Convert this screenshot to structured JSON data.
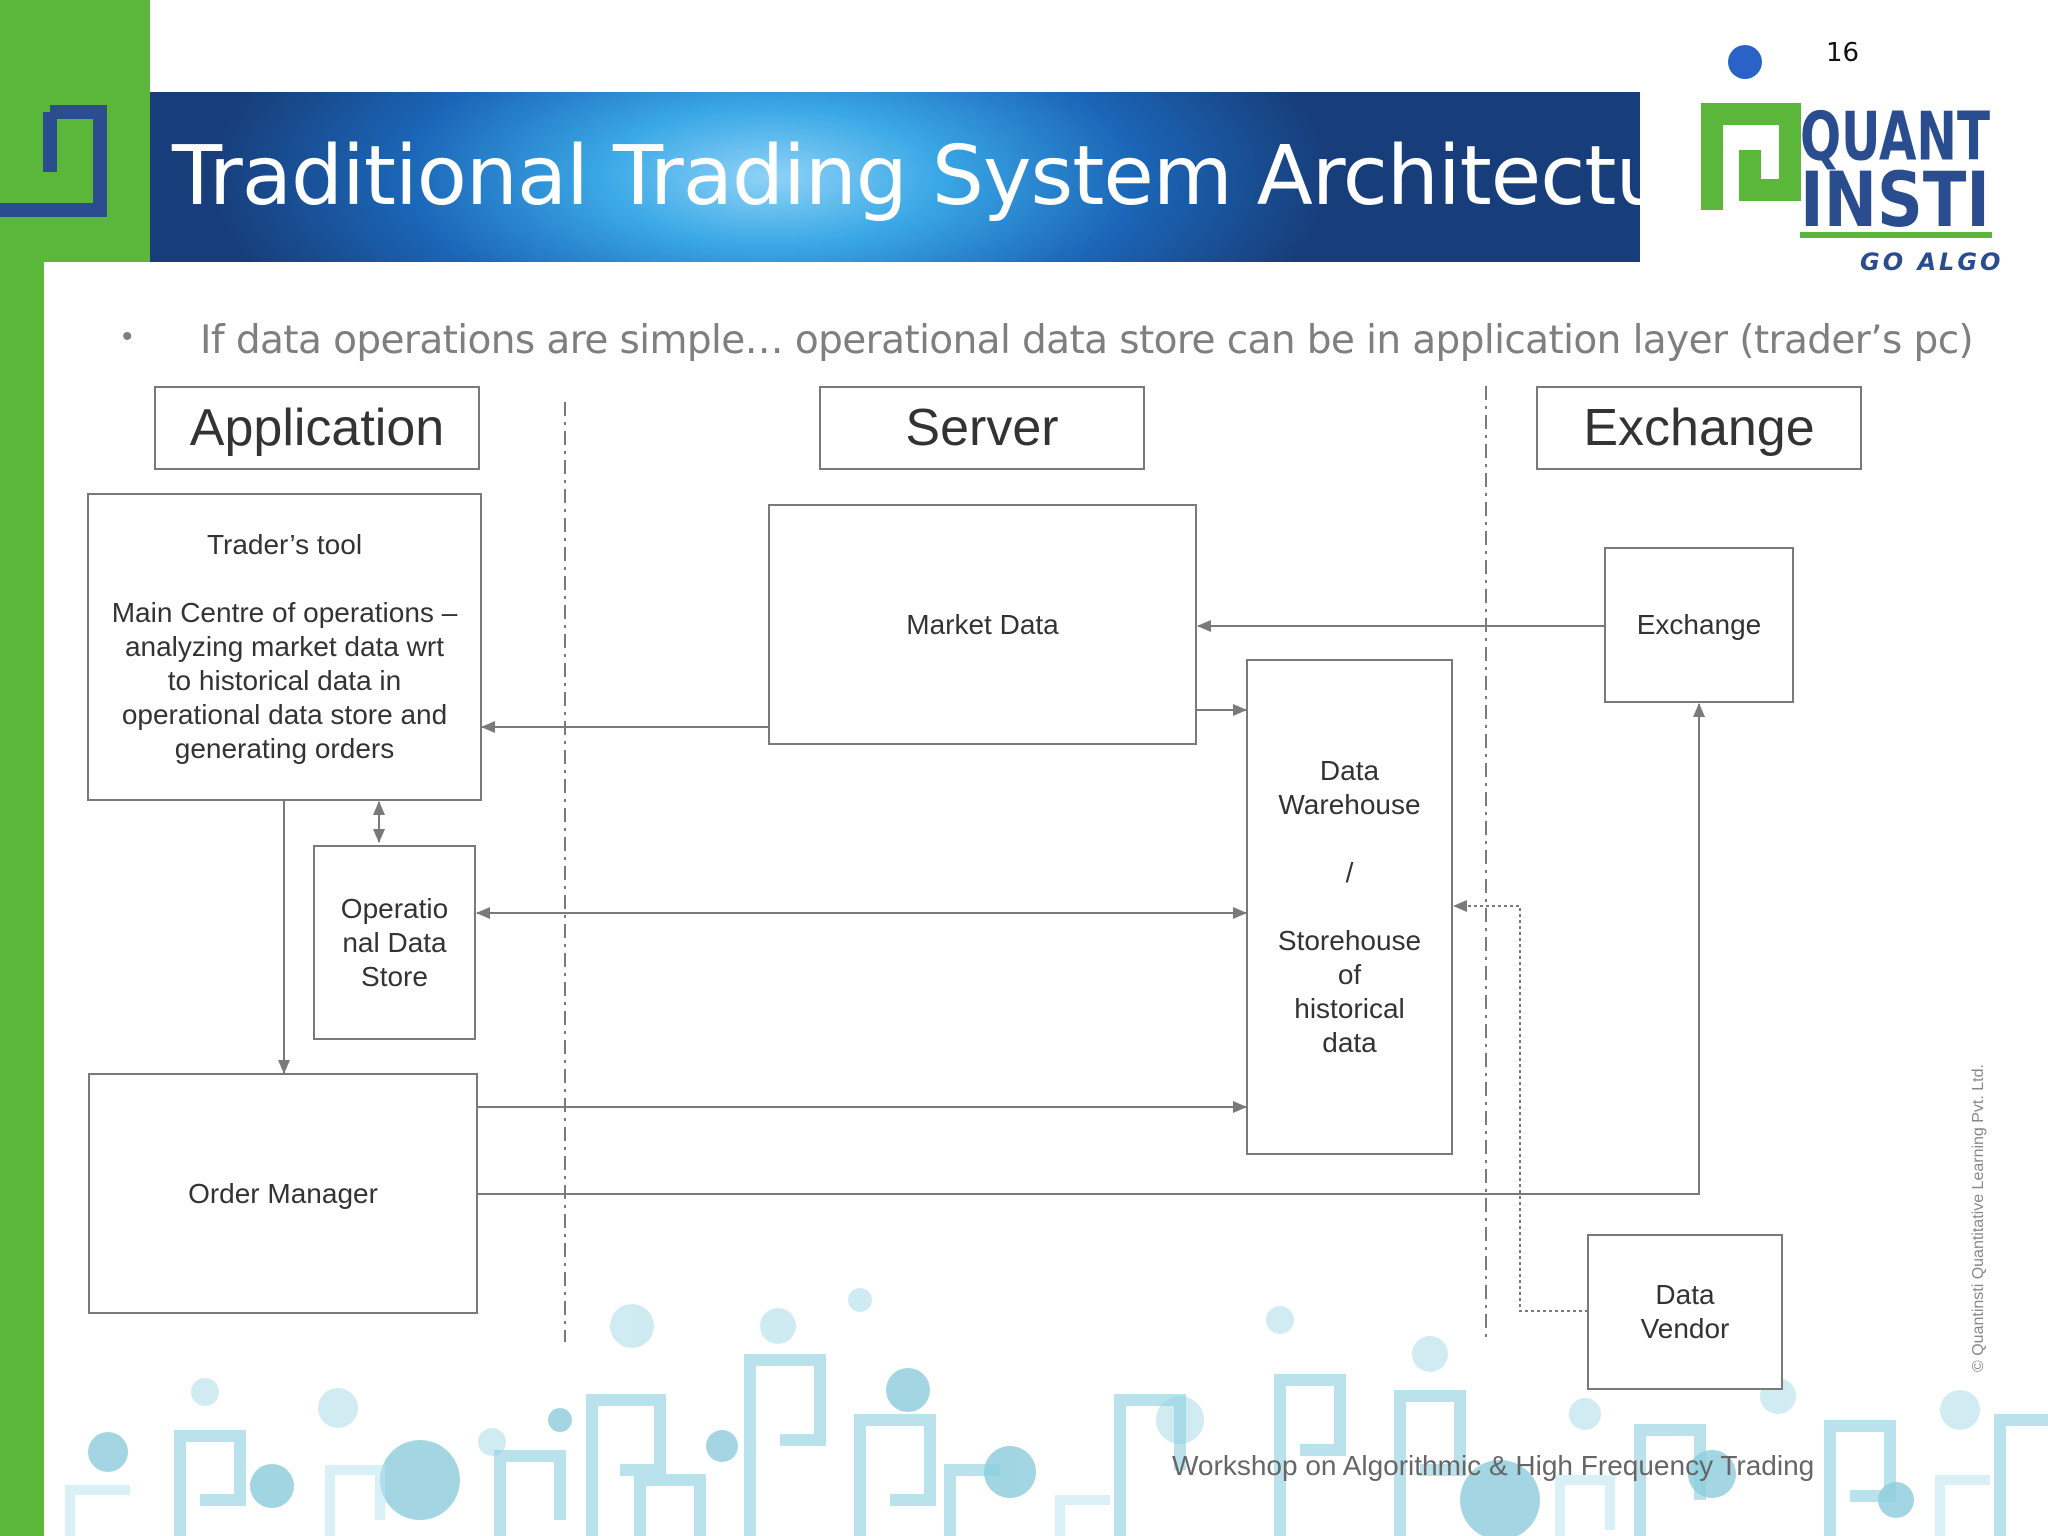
{
  "page_number": "16",
  "title": "Traditional Trading System Architecture",
  "logo": {
    "line1": "QUANT",
    "line2": "INSTI",
    "tagline": "GO ALGO"
  },
  "bullet": "If data operations are simple… operational data store can be in application layer (trader’s pc)",
  "lanes": {
    "application": "Application",
    "server": "Server",
    "exchange": "Exchange"
  },
  "nodes": {
    "traders_tool": {
      "title": "Trader’s tool",
      "body": [
        "Main Centre of operations –",
        "analyzing market data wrt",
        "to historical data in",
        "operational data store and",
        "generating orders"
      ]
    },
    "ods": [
      "Operatio",
      "nal Data",
      "Store"
    ],
    "order_manager": "Order Manager",
    "market_data": "Market Data",
    "data_warehouse": [
      "Data",
      "Warehouse",
      "",
      "/",
      "",
      "Storehouse",
      "of",
      "historical",
      "data"
    ],
    "exchange": "Exchange",
    "data_vendor": [
      "Data",
      "Vendor"
    ]
  },
  "footer": "Workshop on Algorithmic & High Frequency Trading",
  "copyright": "© Quantinsti Quantitative Learning Pvt. Ltd.",
  "colors": {
    "green": "#5ab739",
    "banner_dark": "#173e7a",
    "banner_light": "#8fd3f7",
    "teal": "#7cc4d6"
  }
}
